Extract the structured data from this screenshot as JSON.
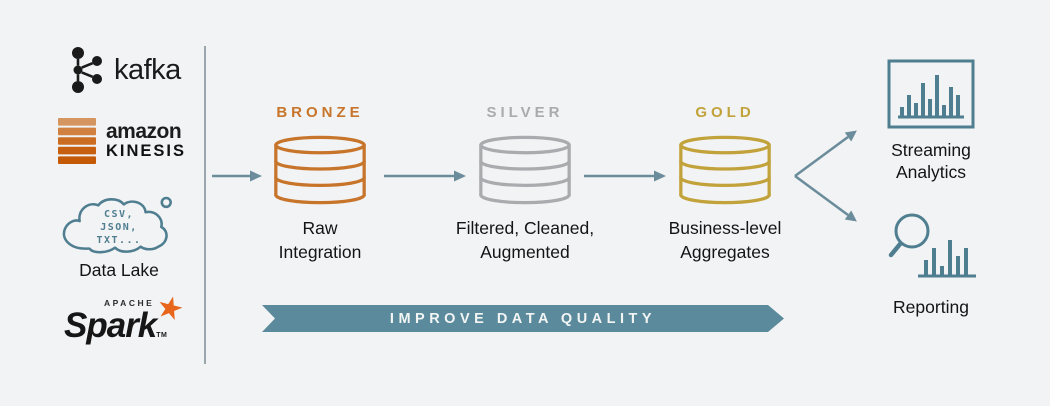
{
  "colors": {
    "background": "#F2F3F4",
    "divider": "#9AA6AC",
    "text": "#141414"
  },
  "flow_color": "#6B8D9B",
  "icon_color": "#4F7E90",
  "sources": {
    "kafka": {
      "label": "kafka",
      "color": "#1A1A1A"
    },
    "kinesis": {
      "brand": "amazon",
      "name": "KINESIS",
      "color": "#C45A06"
    },
    "data_lake": {
      "cloud_lines": [
        "CSV,",
        "JSON,",
        "TXT..."
      ],
      "label": "Data Lake"
    },
    "spark": {
      "apache": "APACHE",
      "label": "Spark",
      "tm": "TM",
      "star_color": "#E8661C"
    }
  },
  "stages": [
    {
      "header": "BRONZE",
      "color": "#C8752C",
      "label": "Raw\nIntegration"
    },
    {
      "header": "SILVER",
      "color": "#A9ABAE",
      "label": "Filtered, Cleaned,\nAugmented"
    },
    {
      "header": "GOLD",
      "color": "#C2A23B",
      "label": "Business-level\nAggregates"
    }
  ],
  "outputs": [
    {
      "label": "Streaming\nAnalytics"
    },
    {
      "label": "Reporting"
    }
  ],
  "banner": {
    "label": "IMPROVE DATA QUALITY",
    "color": "#5A8A9B"
  }
}
